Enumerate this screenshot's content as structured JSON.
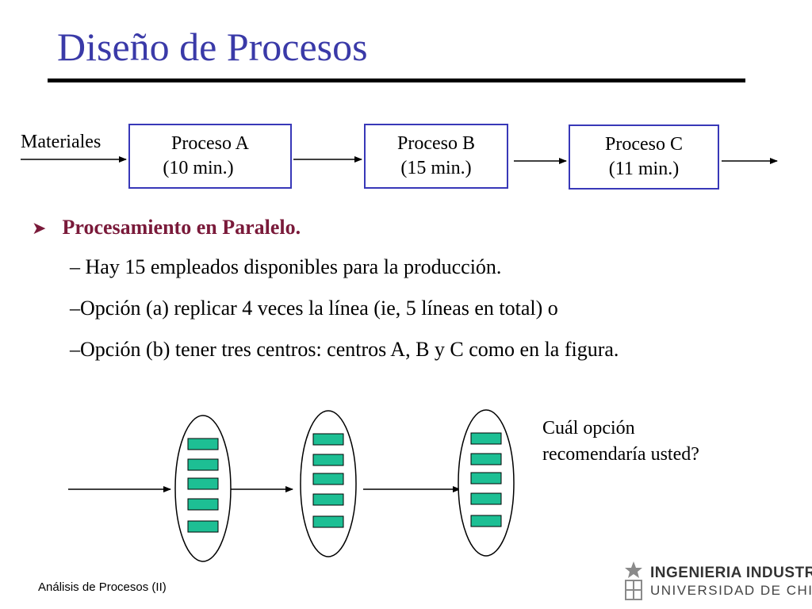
{
  "slide": {
    "title": "Diseño de Procesos",
    "flow": {
      "input_label": "Materiales",
      "boxes": [
        {
          "name": "Proceso A",
          "time": "(10 min.)"
        },
        {
          "name": "Proceso B",
          "time": "(15 min.)"
        },
        {
          "name": "Proceso C",
          "time": "(11 min.)"
        }
      ]
    },
    "bullets": {
      "heading": "Procesamiento en Paralelo.",
      "items": [
        "–  Hay 15 empleados disponibles para la producción.",
        "–Opción (a) replicar 4 veces la línea (ie, 5 líneas en total) o",
        "–Opción (b) tener tres centros: centros A, B y C como en la figura."
      ]
    },
    "question": [
      "Cuál opción",
      "recomendaría usted?"
    ],
    "diagram": {
      "centers": 3,
      "workers_per_center": 5,
      "worker_color": "#1dbf94"
    },
    "footer": "Análisis de Procesos (II)",
    "logo": {
      "line1": "INGENIERIA INDUSTRIAL",
      "line2": "UNIVERSIDAD DE CHILE"
    }
  }
}
